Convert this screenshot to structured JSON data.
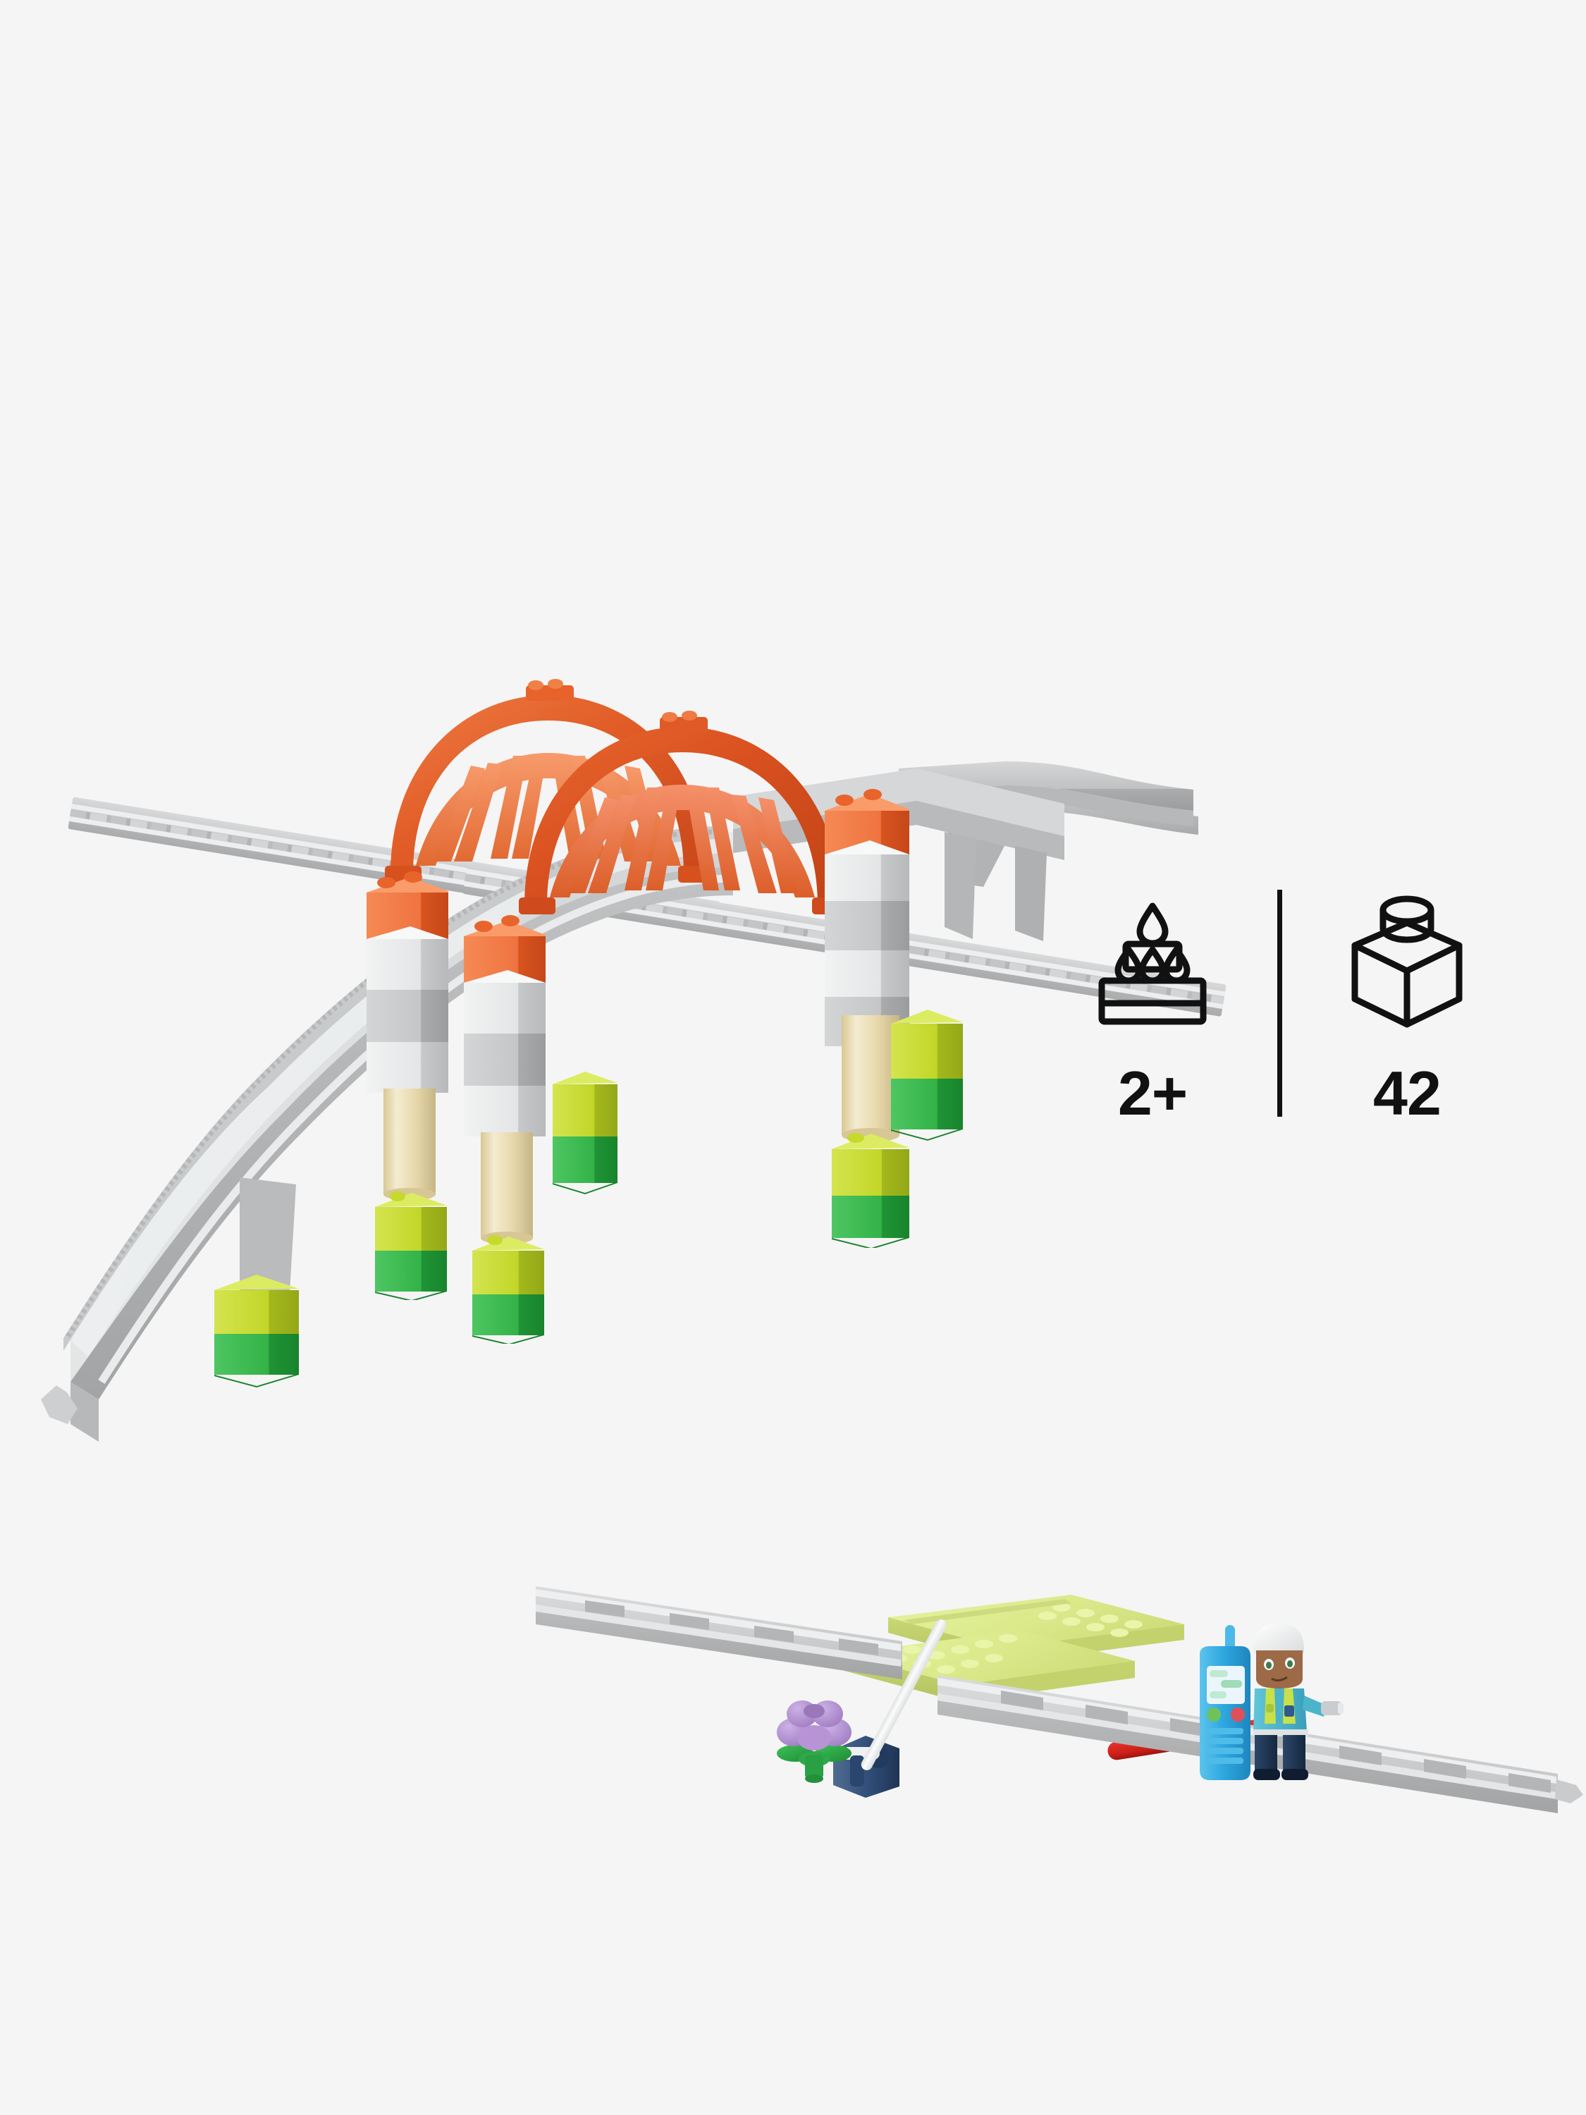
{
  "page": {
    "background_color": "#f5f5f5",
    "kind": "product-photo"
  },
  "info_badges": {
    "divider": "|",
    "items": [
      {
        "id": "age-rating",
        "icon": "birthday-cake-icon",
        "icon_description": "two-tier birthday cake with four candle flames",
        "value": "2+",
        "meaning": "minimum age 2 years"
      },
      {
        "id": "piece-count",
        "icon": "lego-brick-icon",
        "icon_description": "isometric outline of a 1x1 brick with one stud",
        "value": "42",
        "meaning": "number of pieces"
      }
    ]
  },
  "product": {
    "name": "LEGO DUPLO train bridge and tracks set",
    "colors": {
      "orange_arch": "#e86a33",
      "orange_arch_light": "#f4906a",
      "orange_brick": "#f08046",
      "track_grey": "#c6c8c9",
      "track_rail": "#eceeef",
      "pillar_light_grey": "#e8eaea",
      "pillar_grey": "#c3c5c6",
      "column_tan": "#ecdfb4",
      "brick_lime": "#c4d82e",
      "brick_green": "#35b44a",
      "plate_lime": "#dcea8c",
      "flower_purple": "#b08ed0",
      "flower_stem_green": "#2fa84a",
      "gate_base_navy": "#2f4a6e",
      "gate_arm_white": "#f5f6f7",
      "barrier_red": "#d2241c",
      "figure_helmet": "#f2f3f3",
      "figure_jacket": "#4bb8cf",
      "figure_vest": "#c8e04a",
      "figure_legs": "#1f3455",
      "figure_skin": "#9c6a46",
      "phone_blue": "#2fa8e0"
    },
    "elements": [
      {
        "name": "orange-arch-bridge-left",
        "label": "Orange truss arch (left)"
      },
      {
        "name": "orange-arch-bridge-right",
        "label": "Orange truss arch (right)"
      },
      {
        "name": "grey-bridge-roadway",
        "label": "Grey sloped bridge roadway"
      },
      {
        "name": "grey-train-track-rear",
        "label": "Straight grey train track (rear)"
      },
      {
        "name": "grey-train-track-front",
        "label": "Straight grey train track (front)"
      },
      {
        "name": "bridge-pillar-left",
        "label": "Grey pillar with orange cap"
      },
      {
        "name": "bridge-pillar-middle",
        "label": "Grey pillar with orange cap"
      },
      {
        "name": "bridge-pillar-right",
        "label": "Grey pillar with orange cap"
      },
      {
        "name": "tan-column",
        "label": "Tan cylinder column"
      },
      {
        "name": "green-base-brick",
        "label": "Lime and green base bricks"
      },
      {
        "name": "lime-level-crossing-plate",
        "label": "Lime green level-crossing plates"
      },
      {
        "name": "crossing-gate",
        "label": "White level-crossing gate on navy hinge"
      },
      {
        "name": "red-barrier-bar",
        "label": "Red barrier bar with crossing sign"
      },
      {
        "name": "purple-flower",
        "label": "Purple flower on green stem"
      },
      {
        "name": "duplo-figure",
        "label": "DUPLO figure with white helmet holding a torch"
      },
      {
        "name": "blue-phone-brick",
        "label": "Blue printed mobile phone brick"
      }
    ]
  }
}
